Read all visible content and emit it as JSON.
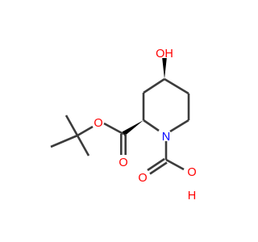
{
  "molecule": {
    "atoms": {
      "hydroxyl_o": {
        "symbol": "O",
        "suffix": "H",
        "color": "#ff0000"
      },
      "ring_n": {
        "symbol": "N",
        "color": "#0000ff"
      },
      "ester_carbonyl_o": {
        "symbol": "O",
        "color": "#ff0000"
      },
      "ester_o": {
        "symbol": "O",
        "color": "#ff0000"
      },
      "acid_carbonyl_o": {
        "symbol": "O",
        "color": "#ff0000"
      },
      "acid_oh": {
        "symbol": "O",
        "suffix": "H",
        "color": "#ff0000"
      }
    },
    "bond_color": "#3c3c3c"
  }
}
